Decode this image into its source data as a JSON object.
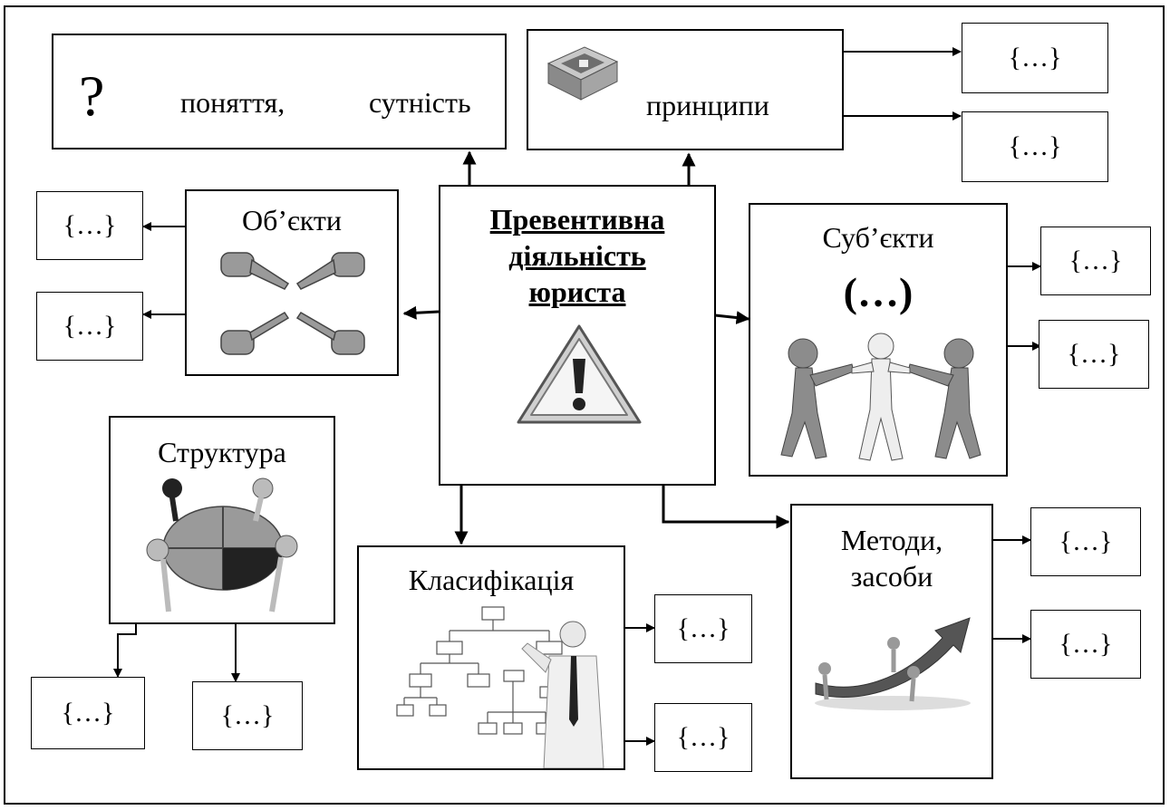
{
  "center": {
    "line1": "Превентивна",
    "line2": "діяльність",
    "line3": "юриста",
    "icon": "warning-triangle-icon"
  },
  "concept": {
    "mark": "?",
    "word1": "поняття,",
    "word2": "сутність",
    "icon": "question-mark"
  },
  "principles": {
    "label": "принципи",
    "icon": "building-foundation-icon"
  },
  "objects": {
    "label": "Об’єкти",
    "icon": "pointing-hands-icon"
  },
  "subjects": {
    "label": "Суб’єкти",
    "sub": "(…)",
    "icon": "people-tug-icon"
  },
  "structure": {
    "label": "Структура",
    "icon": "puzzle-people-icon"
  },
  "classification": {
    "label": "Класифікація",
    "icon": "org-chart-man-icon"
  },
  "methods": {
    "label_line1": "Методи,",
    "label_line2": "засоби",
    "icon": "growth-arrow-icon"
  },
  "placeholders": {
    "principles_1": "{…}",
    "principles_2": "{…}",
    "objects_1": "{…}",
    "objects_2": "{…}",
    "subjects_1": "{…}",
    "subjects_2": "{…}",
    "methods_1": "{…}",
    "methods_2": "{…}",
    "classification_1": "{…}",
    "classification_2": "{…}",
    "structure_1": "{…}",
    "structure_2": "{…}"
  }
}
